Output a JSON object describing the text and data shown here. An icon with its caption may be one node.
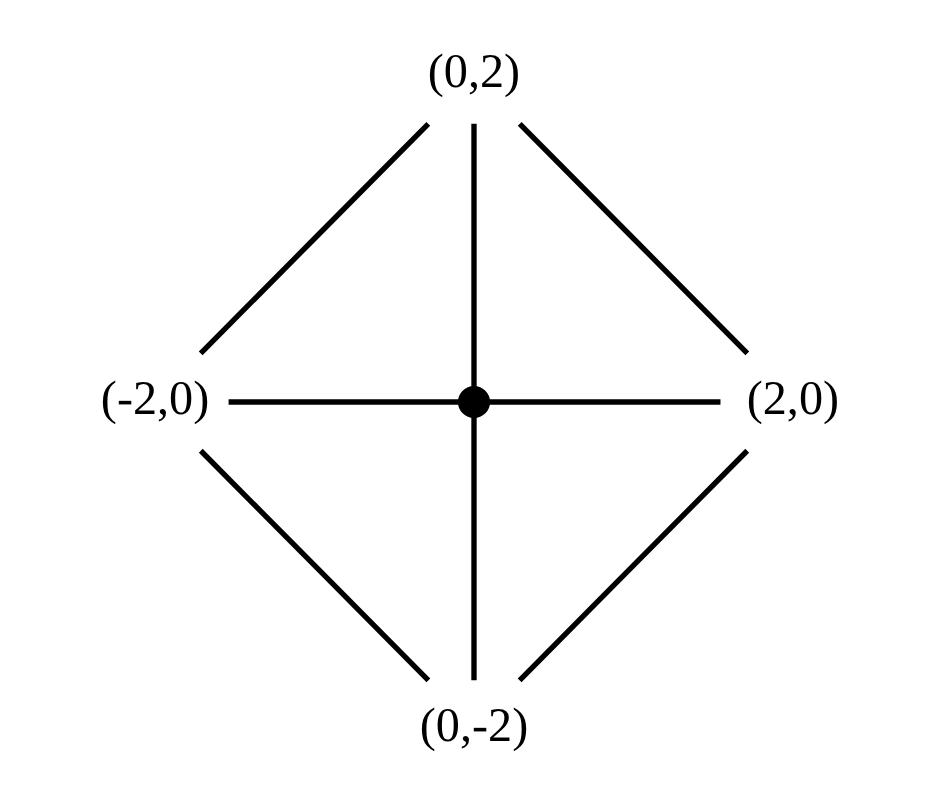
{
  "diagram": {
    "nodes": [
      {
        "text": [
          "(0,2)"
        ]
      },
      {
        "text": [
          "(-2,0)"
        ]
      },
      {
        "text": [],
        "shape": "circle"
      },
      {
        "text": [
          "(2,0)"
        ]
      },
      {
        "text": [
          "(0,-2)"
        ]
      }
    ],
    "edges": [
      {
        "from": 0,
        "to": 1,
        "arrow": "none"
      },
      {
        "from": 0,
        "to": 3,
        "arrow": "none"
      },
      {
        "from": 1,
        "to": 4,
        "arrow": "none"
      },
      {
        "from": 3,
        "to": 4,
        "arrow": "none"
      },
      {
        "from": 0,
        "to": 2,
        "arrow": "none"
      },
      {
        "from": 2,
        "to": 4,
        "arrow": "none"
      },
      {
        "from": 1,
        "to": 2,
        "arrow": "none"
      },
      {
        "from": 2,
        "to": 3,
        "arrow": "none"
      }
    ]
  }
}
